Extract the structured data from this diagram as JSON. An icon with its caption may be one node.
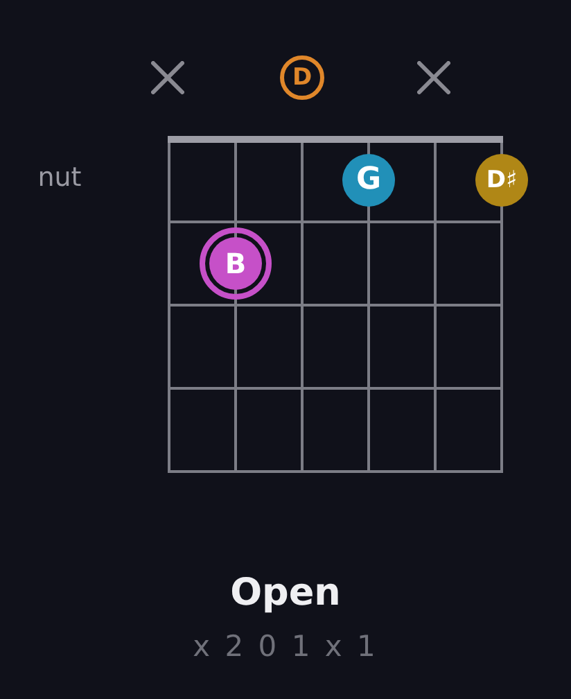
{
  "diagram": {
    "title": "Open",
    "nodes": [
      {
        "text": [],
        "shape": "cross"
      },
      {
        "text": [
          "D"
        ]
      },
      {
        "text": [],
        "shape": "cross"
      },
      {
        "text": [
          "G"
        ]
      },
      {
        "text": [
          "D♯"
        ]
      },
      {
        "text": [
          "B"
        ]
      }
    ],
    "labels": [
      "nut",
      "x 2 0 1 x 1"
    ]
  }
}
